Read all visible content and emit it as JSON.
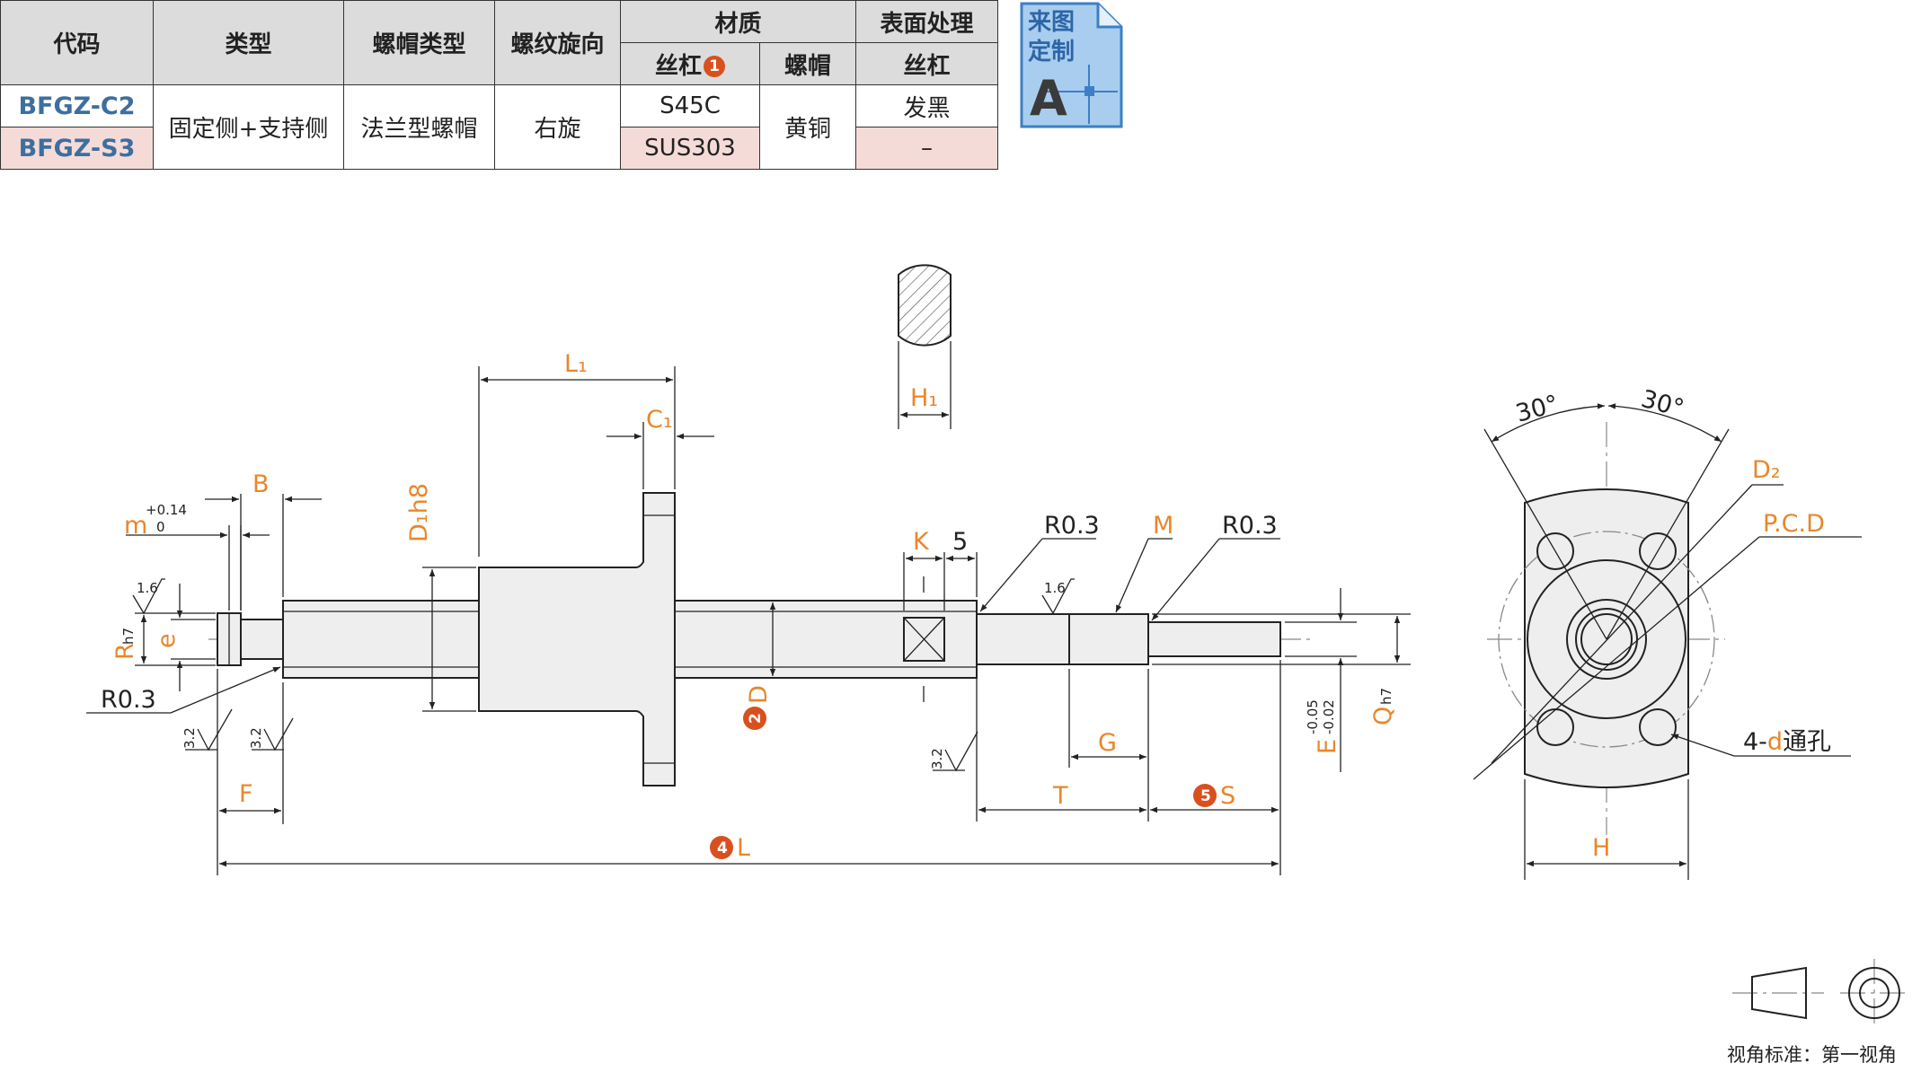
{
  "table": {
    "headers": {
      "code": "代码",
      "type": "类型",
      "nut_type": "螺帽类型",
      "thread_dir": "螺纹旋向",
      "material": "材质",
      "surface": "表面处理",
      "material_screw": "丝杠",
      "material_screw_badge": "1",
      "material_nut": "螺帽",
      "surface_screw": "丝杠"
    },
    "rows": [
      {
        "code": "BFGZ-C2",
        "material_screw": "S45C",
        "surface_screw": "发黑"
      },
      {
        "code": "BFGZ-S3",
        "material_screw": "SUS303",
        "surface_screw": "–"
      }
    ],
    "merged": {
      "type": "固定侧+支持侧",
      "nut_type": "法兰型螺帽",
      "thread_dir": "右旋",
      "material_nut": "黄铜"
    }
  },
  "badge": {
    "line1": "来图",
    "line2": "定制",
    "letter": "A",
    "fill": "#a9cdee",
    "stroke": "#3d7fc7"
  },
  "labels": {
    "L1": "L₁",
    "C1": "C₁",
    "H1": "H₁",
    "B": "B",
    "m": "m",
    "m_tol_up": "+0.14",
    "m_tol_down": "0",
    "D1h8": "D₁h8",
    "K": "K",
    "five": "5",
    "R03": "R0.3",
    "M": "M",
    "R": "R",
    "h7": "h7",
    "e": "e",
    "F": "F",
    "D": "D",
    "D_badge": "2",
    "G": "G",
    "T": "T",
    "S": "S",
    "S_badge": "5",
    "L": "L",
    "L_badge": "4",
    "E": "E",
    "E_tol_up": "-0.05",
    "E_tol_down": "-0.02",
    "Q": "Q",
    "roughness_16": "1.6",
    "roughness_32": "3.2",
    "angle": "30°",
    "D2": "D₂",
    "PCD": "P.C.D",
    "holes_count": "4-",
    "holes_d": "d",
    "holes_text": "通孔",
    "H": "H",
    "view_standard": "视角标准：第一视角"
  },
  "colors": {
    "accent": "#e8872b",
    "badge_red": "#d9501f",
    "code_blue": "#3d6f9e",
    "row_pink": "#f5dbd8",
    "header_gray": "#dcdcdc"
  }
}
